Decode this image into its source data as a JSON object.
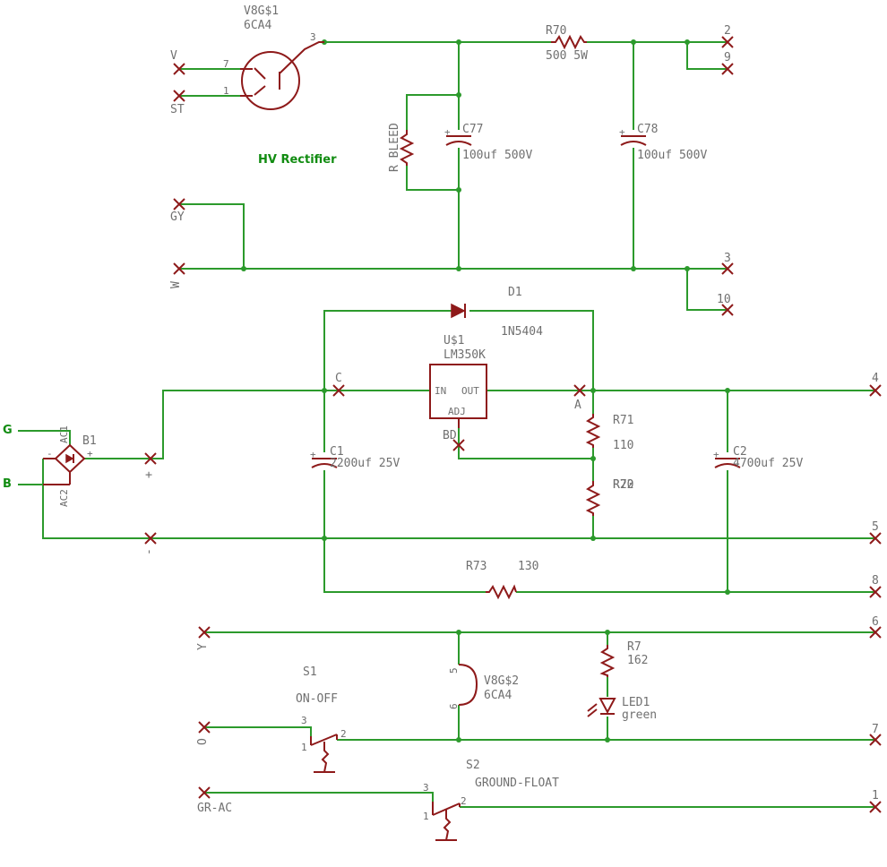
{
  "title": "HV Rectifier",
  "colors": {
    "wire": "#2c9a2c",
    "part": "#8e1a1a",
    "label": "#707070",
    "net_label": "#118c11"
  },
  "tube1": {
    "name": "V8G$1",
    "value": "6CA4",
    "pins": [
      "7",
      "1",
      "3"
    ]
  },
  "tube2": {
    "name": "V8G$2",
    "value": "6CA4",
    "pins": [
      "5",
      "6"
    ]
  },
  "resistors": {
    "r70": {
      "name": "R70",
      "value": "500 5W"
    },
    "rbleed": {
      "name": "R BLEED"
    },
    "r71": {
      "name": "R71",
      "value": "110"
    },
    "r72": {
      "name": "R72",
      "value": "R20"
    },
    "r73": {
      "name": "R73",
      "value": "130"
    },
    "r7": {
      "name": "R7",
      "value": "162"
    }
  },
  "capacitors": {
    "c77": {
      "name": "C77",
      "value": "100uf 500V"
    },
    "c78": {
      "name": "C78",
      "value": "100uf 500V"
    },
    "c1": {
      "name": "C1",
      "value": "2200uf 25V"
    },
    "c2": {
      "name": "C2",
      "value": "4700uf 25V"
    }
  },
  "diode": {
    "name": "D1",
    "value": "1N5404"
  },
  "regulator": {
    "name": "U$1",
    "value": "LM350K",
    "pin_in": "IN",
    "pin_out": "OUT",
    "pin_adj": "ADJ"
  },
  "bridge": {
    "name": "B1",
    "ac1": "AC1",
    "ac2": "AC2",
    "plus": "+",
    "minus": "-"
  },
  "led": {
    "name": "LED1",
    "value": "green"
  },
  "switches": {
    "s1": {
      "name": "S1",
      "value": "ON-OFF",
      "pins": [
        "3",
        "1",
        "2"
      ]
    },
    "s2": {
      "name": "S2",
      "value": "GROUND-FLOAT",
      "pins": [
        "3",
        "1",
        "2"
      ]
    }
  },
  "left_terminals": [
    "V",
    "ST",
    "GY",
    "W",
    "+",
    "-",
    "Y",
    "O",
    "GR-AC"
  ],
  "net_labels": [
    "G",
    "B"
  ],
  "test_points": [
    "C",
    "A",
    "BD"
  ],
  "right_terminals": [
    "2",
    "9",
    "3",
    "10",
    "4",
    "5",
    "8",
    "6",
    "7",
    "1"
  ]
}
